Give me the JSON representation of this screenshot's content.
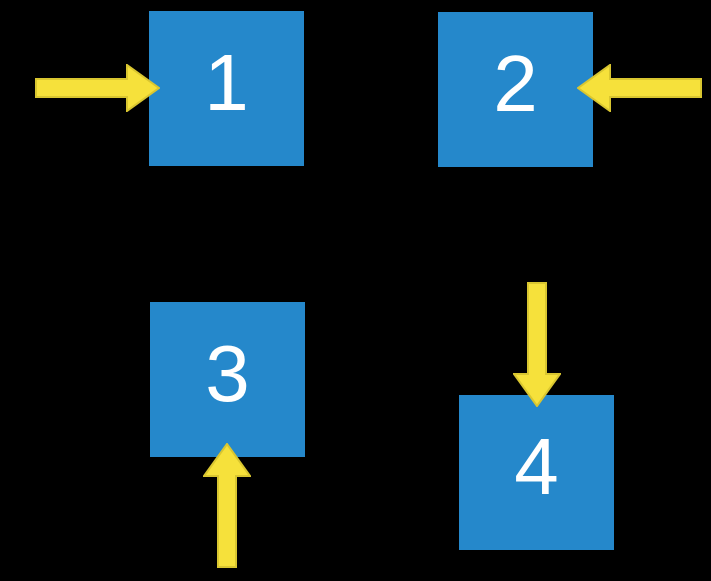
{
  "colors": {
    "background": "#000000",
    "box_blue": "#2588CB",
    "arrow_yellow": "#F6E13B",
    "arrow_outline": "#D9C630",
    "label_white": "#FFFFFF"
  },
  "boxes": [
    {
      "label": "1",
      "arrow_direction": "right",
      "arrow_position": "left-of-box"
    },
    {
      "label": "2",
      "arrow_direction": "left",
      "arrow_position": "right-of-box"
    },
    {
      "label": "3",
      "arrow_direction": "up",
      "arrow_position": "below-box"
    },
    {
      "label": "4",
      "arrow_direction": "down",
      "arrow_position": "above-box"
    }
  ]
}
